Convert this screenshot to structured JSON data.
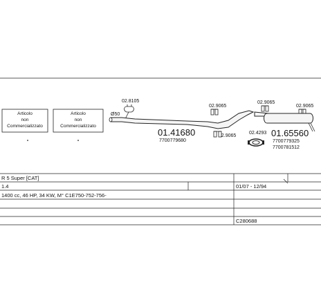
{
  "header_boxes": [
    {
      "lines": [
        "Articolo",
        "non",
        "Commercializzato"
      ]
    },
    {
      "lines": [
        "Articolo",
        "non",
        "Commercializzato"
      ]
    }
  ],
  "pipe_size_label": "Ø50",
  "parts": {
    "clamp_front": "02.8105",
    "main_pipe_code": "01.41680",
    "main_pipe_oe": "7700779680",
    "hanger_mid": "02.9065",
    "clamp_mid": "02.9065",
    "hanger_rear_a": "02.9065",
    "hanger_rear_b": "02.9065",
    "seal_ring": "02.4293",
    "rear_silencer_code": "01.65560",
    "rear_silencer_oe1": "7700779325",
    "rear_silencer_oe2": "7700781512"
  },
  "info_rows": {
    "model": "R 5 Super [CAT]",
    "version": "1.4",
    "date_range": "01/07 - 12/94",
    "engine": "1400 cc, 46 HP, 34 KW, M° C1E750-752-756-",
    "catalog_code": "C280688"
  }
}
